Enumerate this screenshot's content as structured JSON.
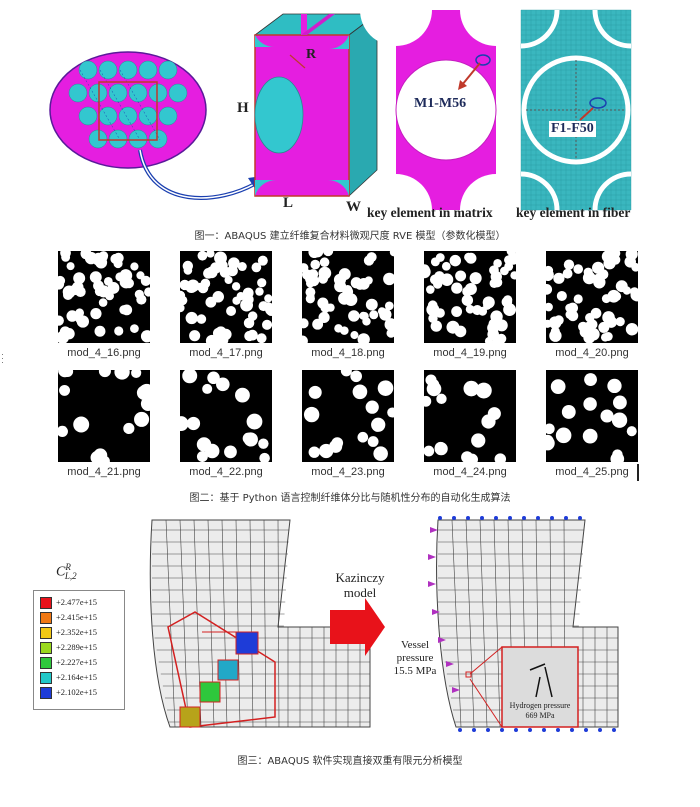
{
  "figure1": {
    "label_H": "H",
    "label_R": "R",
    "label_L": "L",
    "label_W": "W",
    "label_matrix_range": "M1-M56",
    "label_fiber_range": "F1-F50",
    "label_key_matrix": "key element in matrix",
    "label_key_fiber": "key element in fiber",
    "caption": "图一：ABAQUS 建立纤维复合材料微观尺度 RVE 模型（参数化模型）",
    "colors": {
      "matrix": "#e51ee0",
      "fiber": "#33c7cf",
      "outline": "#c0392b",
      "arrow": "#1a3fb0",
      "mesh": "#2aa9b0"
    }
  },
  "figure2": {
    "images": [
      {
        "name": "mod_4_16.png"
      },
      {
        "name": "mod_4_17.png"
      },
      {
        "name": "mod_4_18.png"
      },
      {
        "name": "mod_4_19.png"
      },
      {
        "name": "mod_4_20.png"
      },
      {
        "name": "mod_4_21.png"
      },
      {
        "name": "mod_4_22.png"
      },
      {
        "name": "mod_4_23.png"
      },
      {
        "name": "mod_4_24.png"
      },
      {
        "name": "mod_4_25.png"
      }
    ],
    "caption": "图二：基于 Python 语言控制纤维体分比与随机性分布的自动化生成算法"
  },
  "figure3": {
    "legend_title": "C",
    "legend_title_sup": "R",
    "legend_title_sub": "L,2",
    "legend": [
      {
        "value": "+2.477e+15",
        "color": "#e8121a"
      },
      {
        "value": "+2.415e+15",
        "color": "#f07814"
      },
      {
        "value": "+2.352e+15",
        "color": "#f2c814"
      },
      {
        "value": "+2.289e+15",
        "color": "#9ad81e"
      },
      {
        "value": "+2.227e+15",
        "color": "#2ec83c"
      },
      {
        "value": "+2.164e+15",
        "color": "#22c8c8"
      },
      {
        "value": "+2.102e+15",
        "color": "#1e3cd8"
      }
    ],
    "arrow_label_line1": "Kazinczy",
    "arrow_label_line2": "model",
    "vessel_line1": "Vessel",
    "vessel_line2": "pressure",
    "vessel_line3": "15.5 MPa",
    "hydrogen_line1": "Hydrogen pressure",
    "hydrogen_line2": "669 MPa",
    "caption": "图三：ABAQUS 软件实现直接双重有限元分析模型"
  }
}
